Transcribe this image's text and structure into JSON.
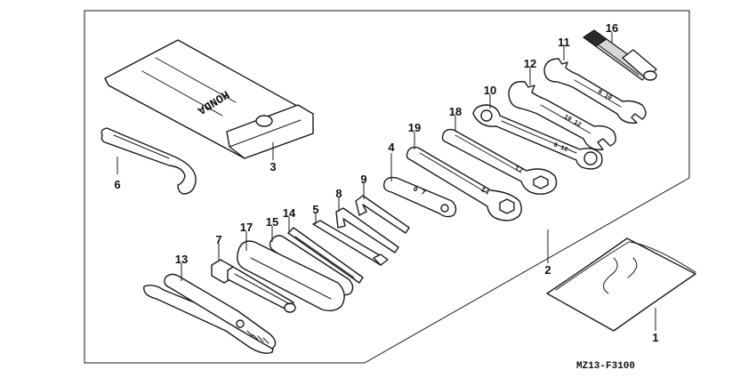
{
  "diagram": {
    "figure_code": "MZ13-F3100",
    "pouch_logo_text": "HONDA",
    "wrench_marks": {
      "part4": "0 7",
      "part19": "14",
      "part18": "17",
      "part10": "8 12",
      "part12": "10 12",
      "part11": "8 10"
    },
    "parts": [
      {
        "number": "1",
        "item": "tool-manual-bag"
      },
      {
        "number": "2",
        "item": "tool-set-frame"
      },
      {
        "number": "3",
        "item": "tool-bag"
      },
      {
        "number": "4",
        "item": "wrench-4"
      },
      {
        "number": "5",
        "item": "screwdriver-5"
      },
      {
        "number": "6",
        "item": "pin-spanner"
      },
      {
        "number": "7",
        "item": "spark-plug-wrench"
      },
      {
        "number": "8",
        "item": "hex-key-8"
      },
      {
        "number": "9",
        "item": "hex-key-9"
      },
      {
        "number": "10",
        "item": "box-wrench"
      },
      {
        "number": "11",
        "item": "open-end-wrench-11"
      },
      {
        "number": "12",
        "item": "open-end-wrench-12"
      },
      {
        "number": "13",
        "item": "pliers"
      },
      {
        "number": "14",
        "item": "screwdriver-14"
      },
      {
        "number": "15",
        "item": "screwdriver-handle"
      },
      {
        "number": "16",
        "item": "extension-socket"
      },
      {
        "number": "17",
        "item": "handle-sleeve"
      },
      {
        "number": "18",
        "item": "wrench-18"
      },
      {
        "number": "19",
        "item": "wrench-19"
      }
    ]
  }
}
